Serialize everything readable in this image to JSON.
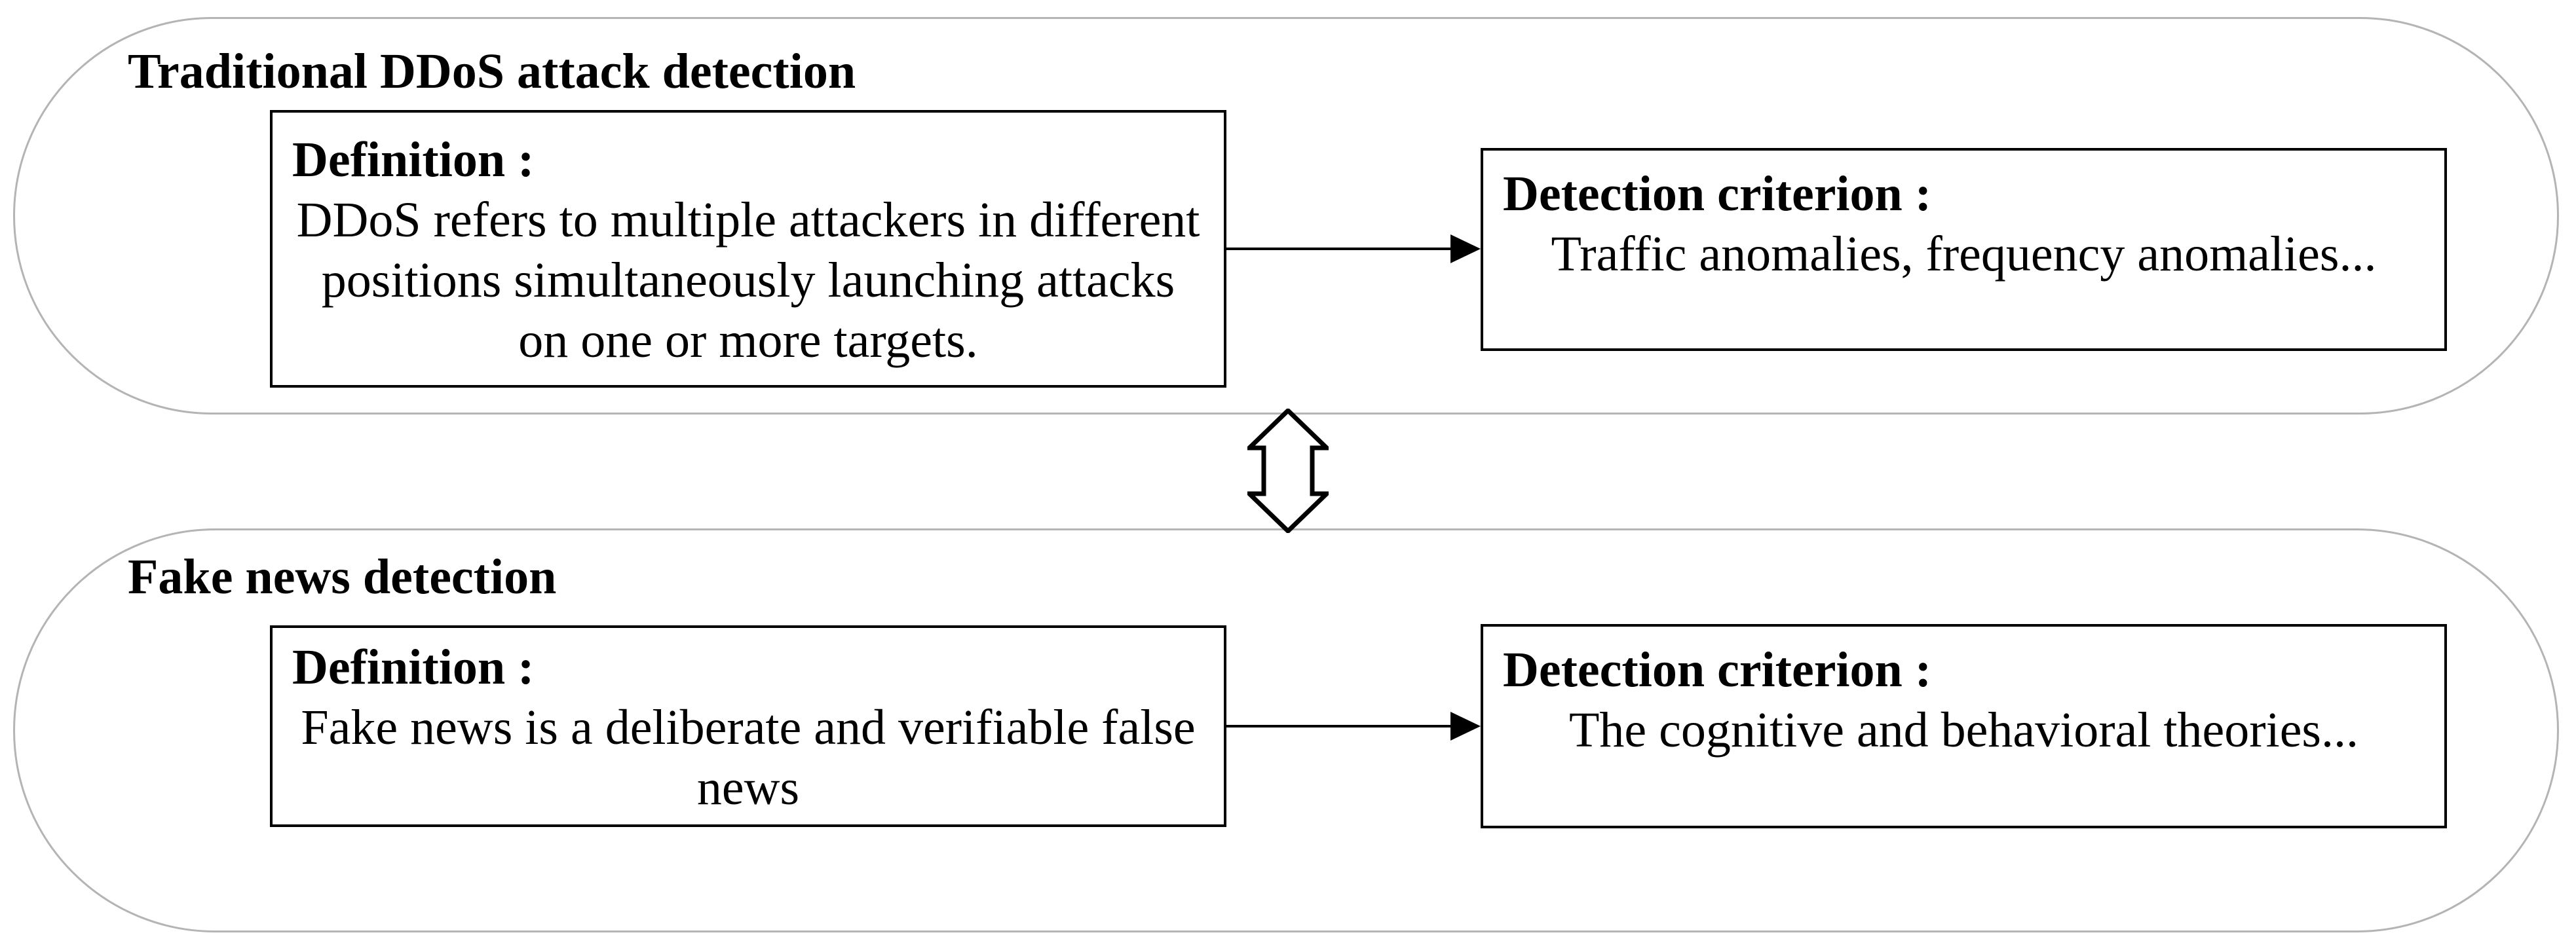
{
  "colors": {
    "background": "#ffffff",
    "stadium_border": "#b4b4b4",
    "box_border": "#000000",
    "text": "#000000",
    "arrow": "#000000"
  },
  "top_section": {
    "title": "Traditional DDoS attack detection",
    "definition": {
      "label": "Definition :",
      "lines": [
        "DDoS refers to multiple attackers in different",
        "positions simultaneously launching attacks",
        "on one or more targets."
      ]
    },
    "criterion": {
      "label": "Detection criterion :",
      "text": "Traffic anomalies, frequency anomalies..."
    }
  },
  "bottom_section": {
    "title": "Fake news detection",
    "definition": {
      "label": "Definition :",
      "lines": [
        "Fake news is a deliberate and verifiable false",
        "news"
      ]
    },
    "criterion": {
      "label": "Detection criterion :",
      "text": "The cognitive and behavioral theories..."
    }
  },
  "icons": {
    "right_arrow": "right-arrow",
    "double_arrow": "up-down-double-arrow"
  }
}
